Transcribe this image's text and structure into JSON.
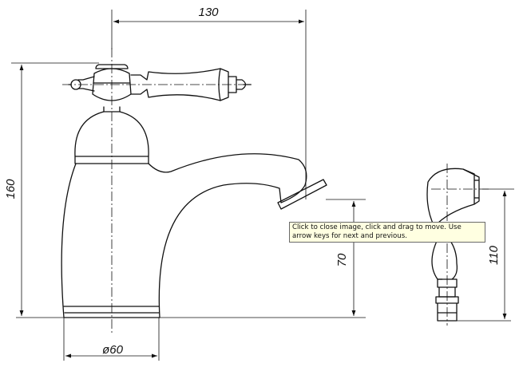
{
  "dimensions": {
    "width_top": "130",
    "height_left": "160",
    "spout_height": "70",
    "shower_height": "110",
    "base_diameter": "ø60"
  },
  "tooltip": {
    "text": "Click to close image, click and drag to move. Use arrow keys for next and previous."
  },
  "colors": {
    "line": "#111111",
    "tooltip_bg": "#ffffe1",
    "tooltip_border": "#6a6a6a"
  }
}
